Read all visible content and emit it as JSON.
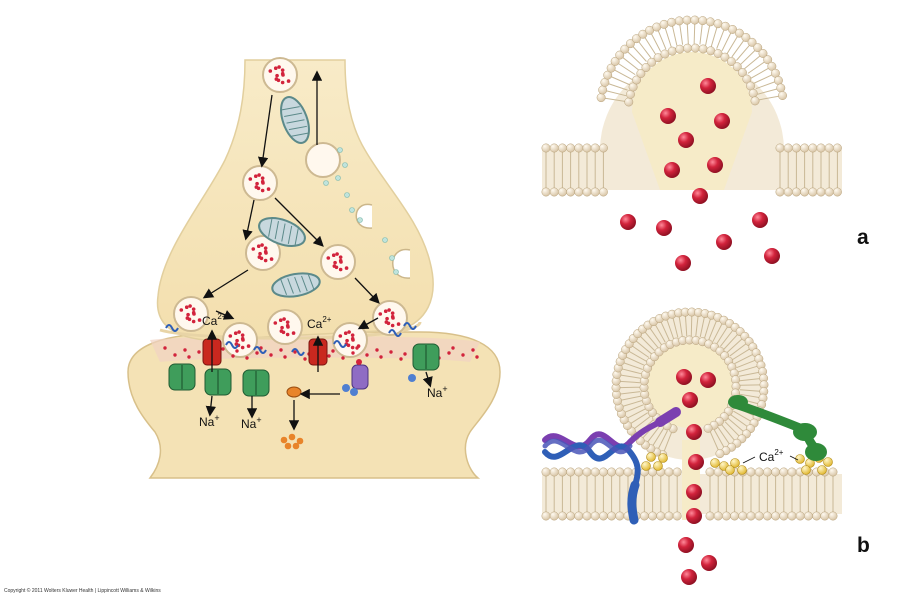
{
  "labels": {
    "ca_left": "Ca",
    "ca_mid": "Ca",
    "ca_right": "Ca",
    "ca_sup": "2+",
    "na_right": "Na",
    "na_left": "Na",
    "na_mid": "Na",
    "na_sup": "+"
  },
  "panels": {
    "a": "a",
    "b": "b"
  },
  "copyright": "Copyright © 2011 Wolters Kluwer Health | Lippincott Williams & Wilkins",
  "colors": {
    "cytoplasm": "#f6e6bc",
    "membrane_head": "#eedfc4",
    "transmitter": "#d2233c",
    "ca_channel": "#c9281f",
    "na_channel": "#3f9d5b",
    "calcium_ion": "#f4d35a",
    "synaptotagmin": "#2f8a3a",
    "snare_blue": "#2f5fb7",
    "snare_purple": "#7b3fb0",
    "enzyme": "#e8842a"
  }
}
